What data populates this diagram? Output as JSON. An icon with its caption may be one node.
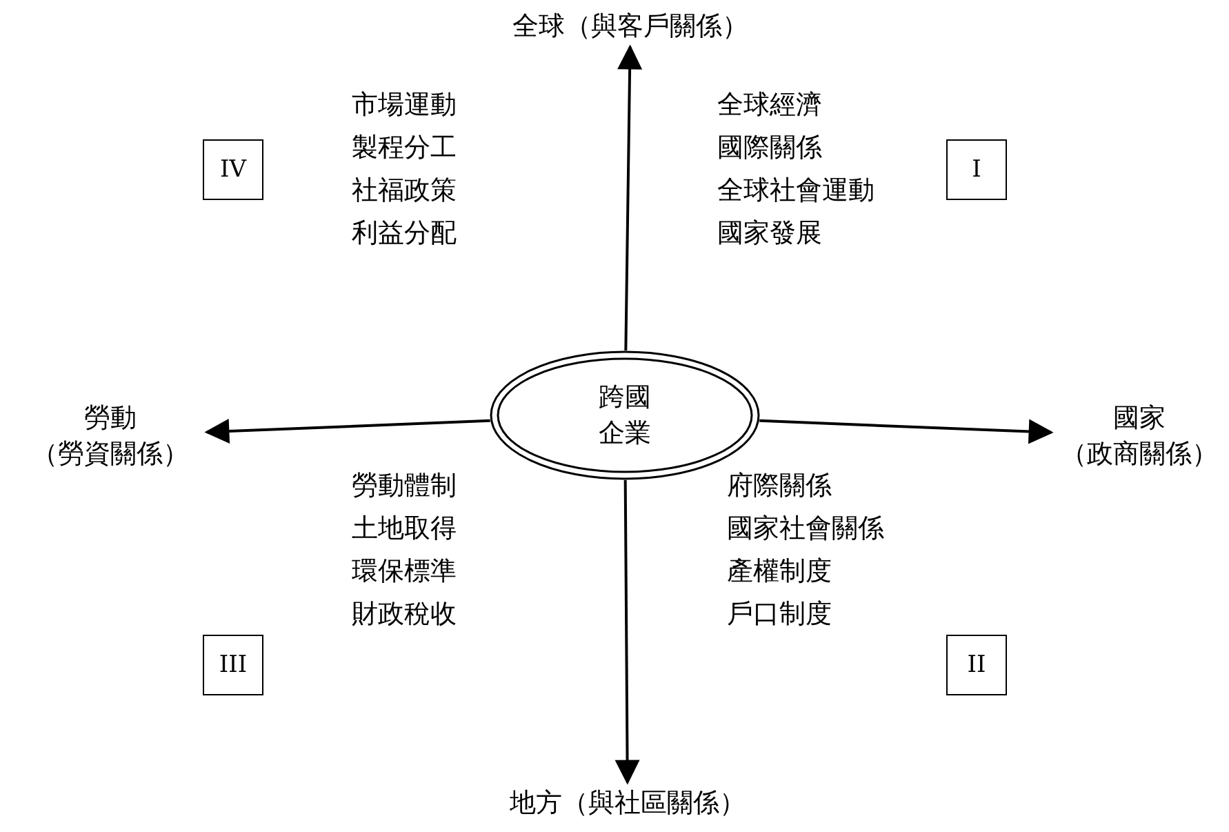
{
  "diagram": {
    "nodes": [
      {
        "text": [
          "全球（與客戶關係）"
        ]
      },
      {
        "text": [
          "IV"
        ]
      },
      {
        "text": [
          "I"
        ]
      },
      {
        "text": [
          "勞動（勞資關係）"
        ]
      },
      {
        "text": [
          "跨國企業"
        ]
      },
      {
        "text": [
          "國家（政商關係）"
        ]
      },
      {
        "text": [
          "III"
        ]
      },
      {
        "text": [
          "II"
        ]
      },
      {
        "text": [
          "地方（與社區關係）"
        ]
      }
    ],
    "edges": [
      {
        "from": 4,
        "to": 0,
        "arrow": "to"
      },
      {
        "from": 4,
        "to": 3,
        "arrow": "to"
      },
      {
        "from": 4,
        "to": 5,
        "arrow": "to"
      },
      {
        "from": 4,
        "to": 8,
        "arrow": "to"
      }
    ],
    "labels": [
      "市場運動",
      "製程分工",
      "社福政策",
      "利益分配",
      "全球經濟",
      "國際關係",
      "全球社會運動",
      "國家發展",
      "勞動體制",
      "土地取得",
      "環保標準",
      "財政稅收",
      "府際關係",
      "國家社會關係",
      "產權制度",
      "戶口制度"
    ]
  }
}
